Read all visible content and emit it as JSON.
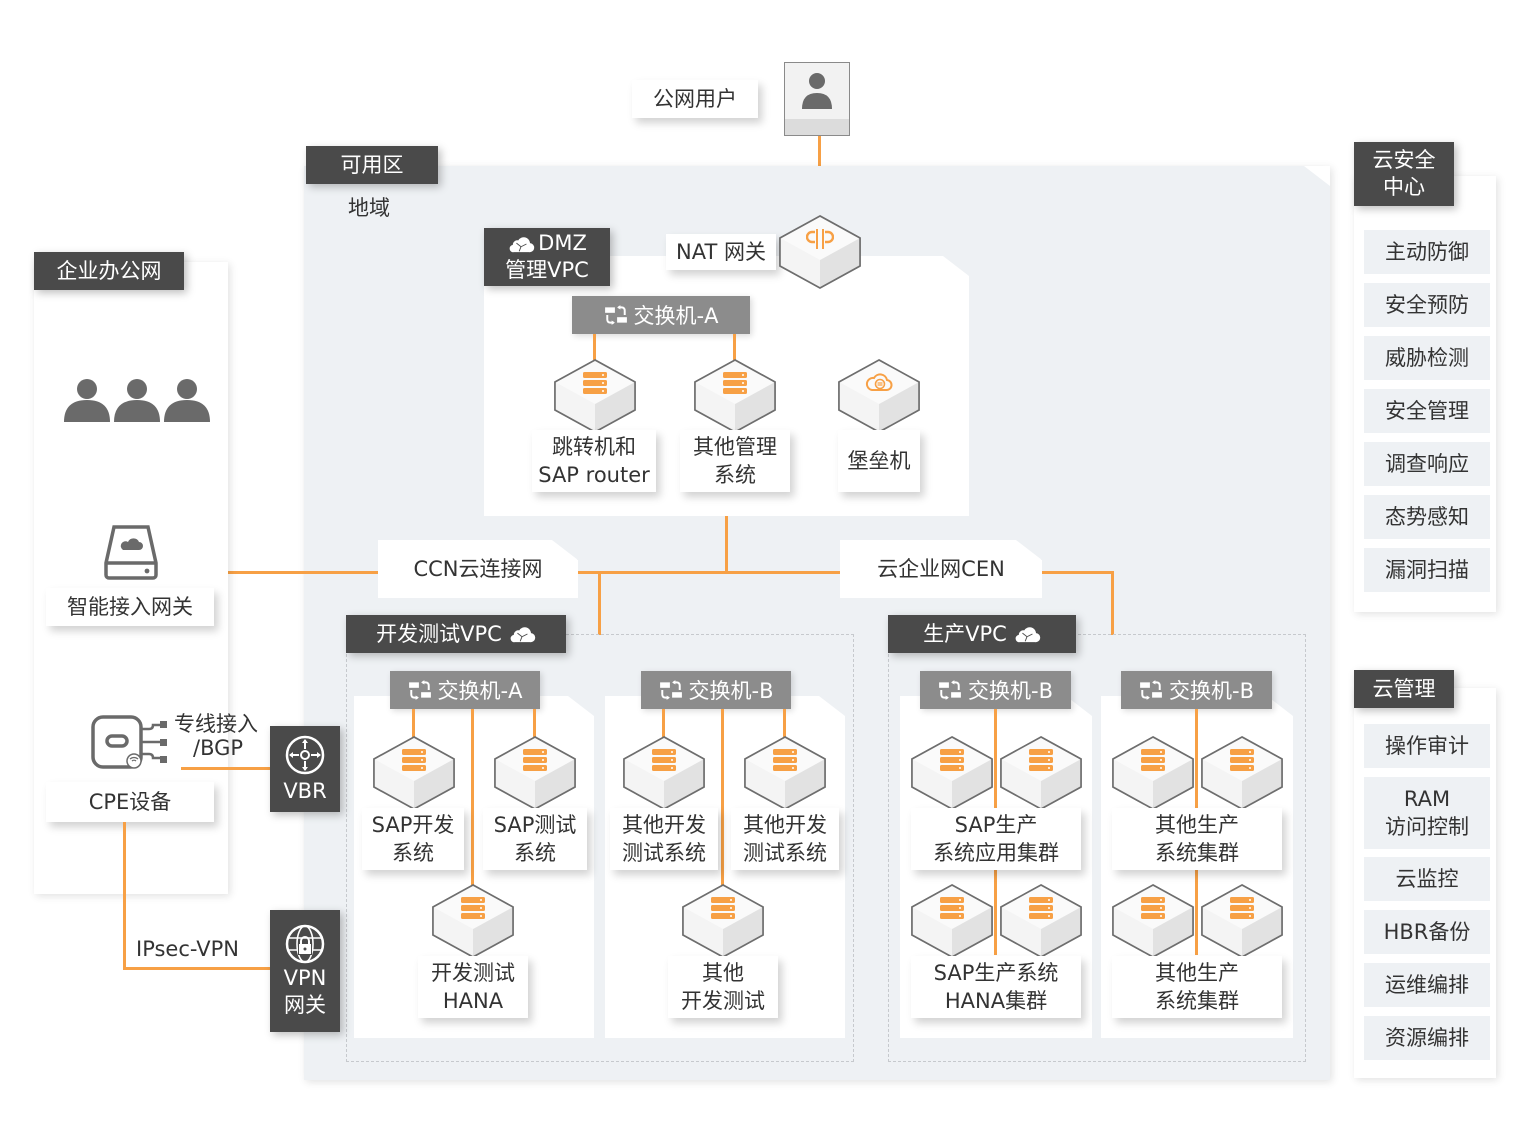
{
  "colors": {
    "accent_orange": "#f7a045",
    "dark_tag": "#4a4a4a",
    "switch_tag": "#8c8c8c",
    "region_bg": "#eef1f4",
    "text": "#333333"
  },
  "public_user": {
    "label": "公网用户",
    "icon": "user-icon"
  },
  "region": {
    "zone_tag": "可用区",
    "region_label": "地域"
  },
  "nat": {
    "label": "NAT 网关",
    "icon": "nat-gateway-icon"
  },
  "dmz_vpc": {
    "title_line1": "DMZ",
    "title_line2": "管理VPC",
    "switch": "交换机-A",
    "nodes": [
      {
        "label_line1": "跳转机和",
        "label_line2": "SAP router",
        "icon": "server-icon"
      },
      {
        "label_line1": "其他管理",
        "label_line2": "系统",
        "icon": "server-icon"
      },
      {
        "label_line1": "堡垒机",
        "label_line2": "",
        "icon": "bastion-cloud-icon"
      }
    ]
  },
  "enterprise": {
    "title": "企业办公网",
    "users_icon": "users-group-icon",
    "smart_gateway": {
      "label": "智能接入网关",
      "icon": "smart-gateway-icon"
    },
    "cpe": {
      "label": "CPE设备",
      "icon": "cpe-device-icon"
    }
  },
  "connections": {
    "leased_line_1": "专线接入",
    "leased_line_2": "/BGP",
    "ipsec": "IPsec-VPN",
    "ccn": "CCN云连接网",
    "cen": "云企业网CEN"
  },
  "vbr": {
    "label": "VBR",
    "icon": "router-icon"
  },
  "vpn_gateway": {
    "label_line1": "VPN",
    "label_line2": "网关",
    "icon": "vpn-lock-globe-icon"
  },
  "dev_vpc": {
    "title": "开发测试VPC",
    "switch_a": {
      "label": "交换机-A",
      "nodes": [
        {
          "line1": "SAP开发",
          "line2": "系统"
        },
        {
          "line1": "SAP测试",
          "line2": "系统"
        },
        {
          "line1": "开发测试",
          "line2": "HANA"
        }
      ]
    },
    "switch_b": {
      "label": "交换机-B",
      "nodes": [
        {
          "line1": "其他开发",
          "line2": "测试系统"
        },
        {
          "line1": "其他开发",
          "line2": "测试系统"
        },
        {
          "line1": "其他",
          "line2": "开发测试"
        }
      ]
    }
  },
  "prod_vpc": {
    "title": "生产VPC",
    "switch_1": {
      "label": "交换机-B",
      "groups": [
        {
          "line1": "SAP生产",
          "line2": "系统应用集群"
        },
        {
          "line1": "SAP生产系统",
          "line2": "HANA集群"
        }
      ]
    },
    "switch_2": {
      "label": "交换机-B",
      "groups": [
        {
          "line1": "其他生产",
          "line2": "系统集群"
        },
        {
          "line1": "其他生产",
          "line2": "系统集群"
        }
      ]
    }
  },
  "security_center": {
    "title_line1": "云安全",
    "title_line2": "中心",
    "items": [
      "主动防御",
      "安全预防",
      "威胁检测",
      "安全管理",
      "调查响应",
      "态势感知",
      "漏洞扫描"
    ]
  },
  "cloud_management": {
    "title": "云管理",
    "items": [
      {
        "line1": "操作审计",
        "line2": ""
      },
      {
        "line1": "RAM",
        "line2": "访问控制"
      },
      {
        "line1": "云监控",
        "line2": ""
      },
      {
        "line1": "HBR备份",
        "line2": ""
      },
      {
        "line1": "运维编排",
        "line2": ""
      },
      {
        "line1": "资源编排",
        "line2": ""
      }
    ]
  }
}
